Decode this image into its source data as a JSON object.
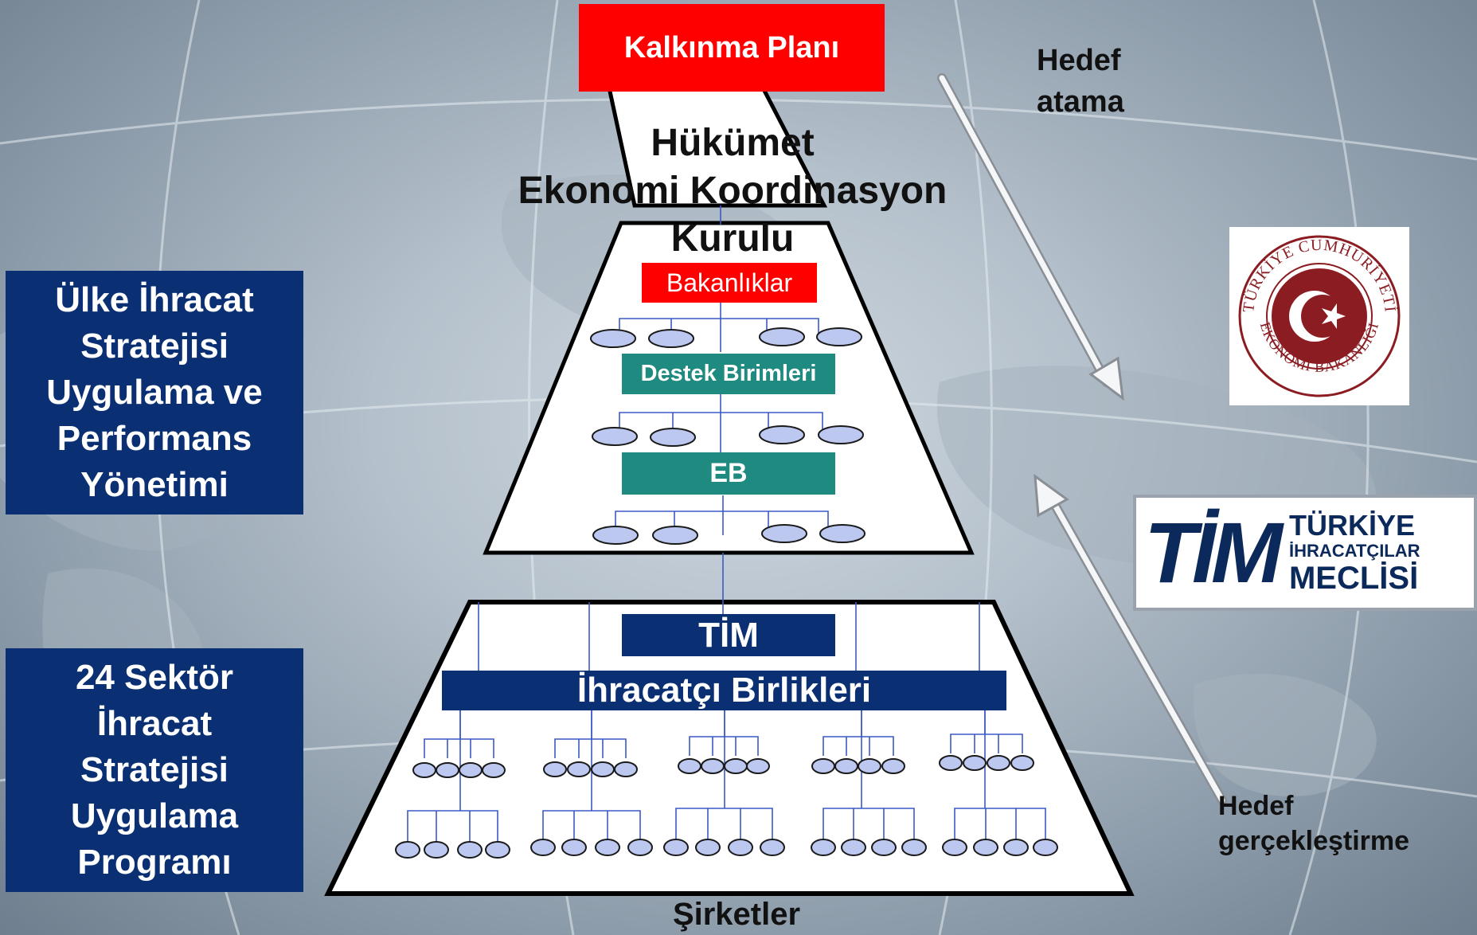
{
  "top": {
    "plan": "Kalkınma Planı",
    "government_line1": "Hükümet",
    "government_line2": "Ekonomi Koordinasyon",
    "government_line3": "Kurulu"
  },
  "levels": {
    "ministries": "Bakanlıklar",
    "support_units": "Destek Birimleri",
    "eb": "EB",
    "tim": "TİM",
    "exporter_unions": "İhracatçı Birlikleri",
    "companies": "Şirketler"
  },
  "side_boxes": {
    "strategy": "Ülke İhracat\nStratejisi\nUygulama ve\nPerformans\nYönetimi",
    "sector_program": "24 Sektör\nİhracat\nStratejisi\nUygulama\nProgramı"
  },
  "arrows": {
    "target_setting": "Hedef\natama",
    "target_realization": "Hedef\ngerçekleştirme"
  },
  "logos": {
    "ministry_seal": {
      "text_top": "TÜRKİYE CUMHURİYETİ",
      "text_bottom": "EKONOMİ BAKANLIĞI",
      "color": "#8b1d22"
    },
    "tim": {
      "mark": "TİM",
      "line1": "TÜRKİYE",
      "line2": "İHRACATÇILAR",
      "line3": "MECLİSİ",
      "color": "#0b2a5b"
    }
  }
}
